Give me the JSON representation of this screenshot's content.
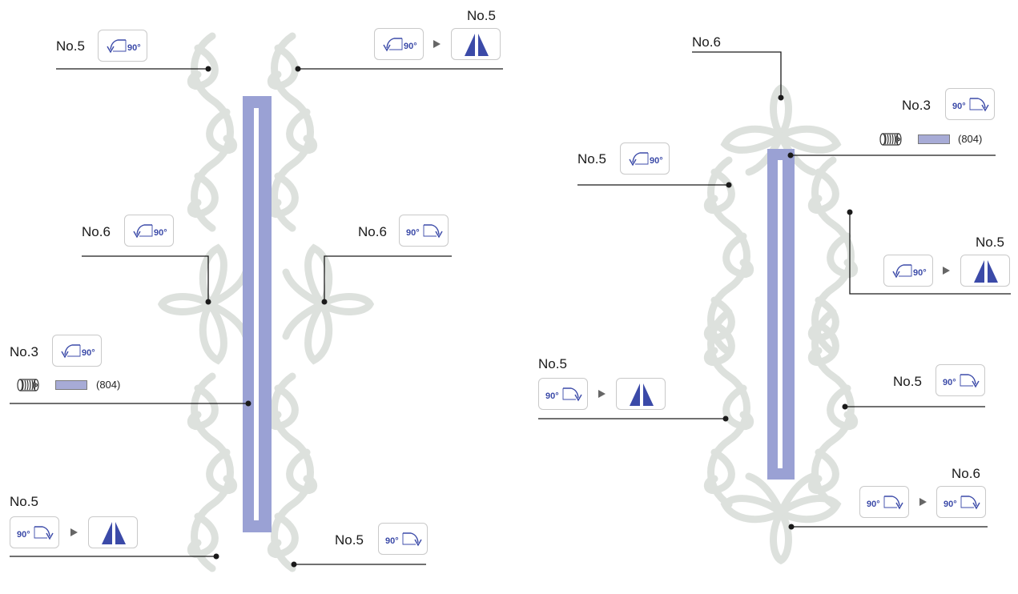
{
  "colors": {
    "pattern": "#dde1dd",
    "bar": "#9aa1d4",
    "icon": "#3b4aa8",
    "thread_swatch": "#a7abd6"
  },
  "icons": {
    "rotate_left": "rotate-left-90-icon",
    "rotate_right": "rotate-right-90-icon",
    "mirror": "mirror-horizontal-icon",
    "arrow": "next-step-arrow-icon",
    "spool": "thread-spool-icon"
  },
  "buttons": {
    "rotate_text": "90°"
  },
  "left_design": {
    "callouts": {
      "top_left": {
        "label": "No.5"
      },
      "top_right": {
        "label": "No.5"
      },
      "mid_left": {
        "label": "No.6"
      },
      "mid_right": {
        "label": "No.6"
      },
      "center_left": {
        "label": "No.3",
        "thread_number": "(804)"
      },
      "bottom_left": {
        "label": "No.5"
      },
      "bottom_right": {
        "label": "No.5"
      }
    }
  },
  "right_design": {
    "callouts": {
      "top": {
        "label": "No.6"
      },
      "top_right": {
        "label": "No.3",
        "thread_number": "(804)"
      },
      "upper_left": {
        "label": "No.5"
      },
      "mid_right": {
        "label": "No.5"
      },
      "lower_left": {
        "label": "No.5"
      },
      "lower_right": {
        "label": "No.5"
      },
      "bottom_right": {
        "label": "No.6"
      }
    }
  }
}
